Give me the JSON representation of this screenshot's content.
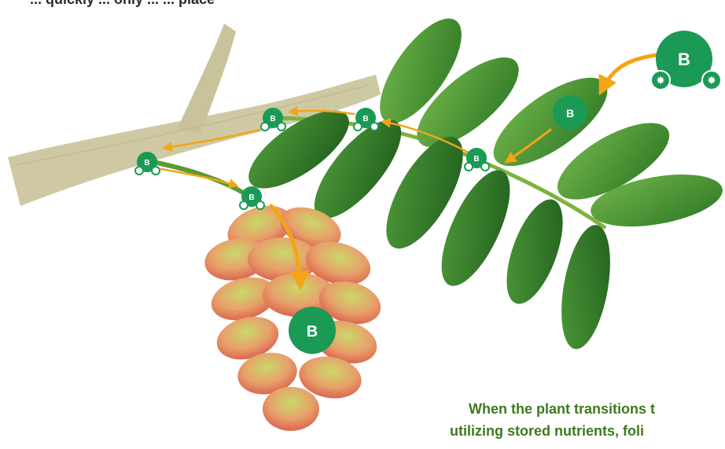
{
  "top_caption": "... quickly ... only ... ... place",
  "bottom_caption": {
    "line1": "When the plant transitions t",
    "line2": "utilizing stored nutrients, foli"
  },
  "node_label": "B",
  "colors": {
    "node_green": "#1a9a55",
    "arrow_orange": "#f2a516",
    "leaf_green": "#3f8f2e",
    "branch_tan": "#cfc9a3",
    "caption_green": "#3d7a1d"
  }
}
